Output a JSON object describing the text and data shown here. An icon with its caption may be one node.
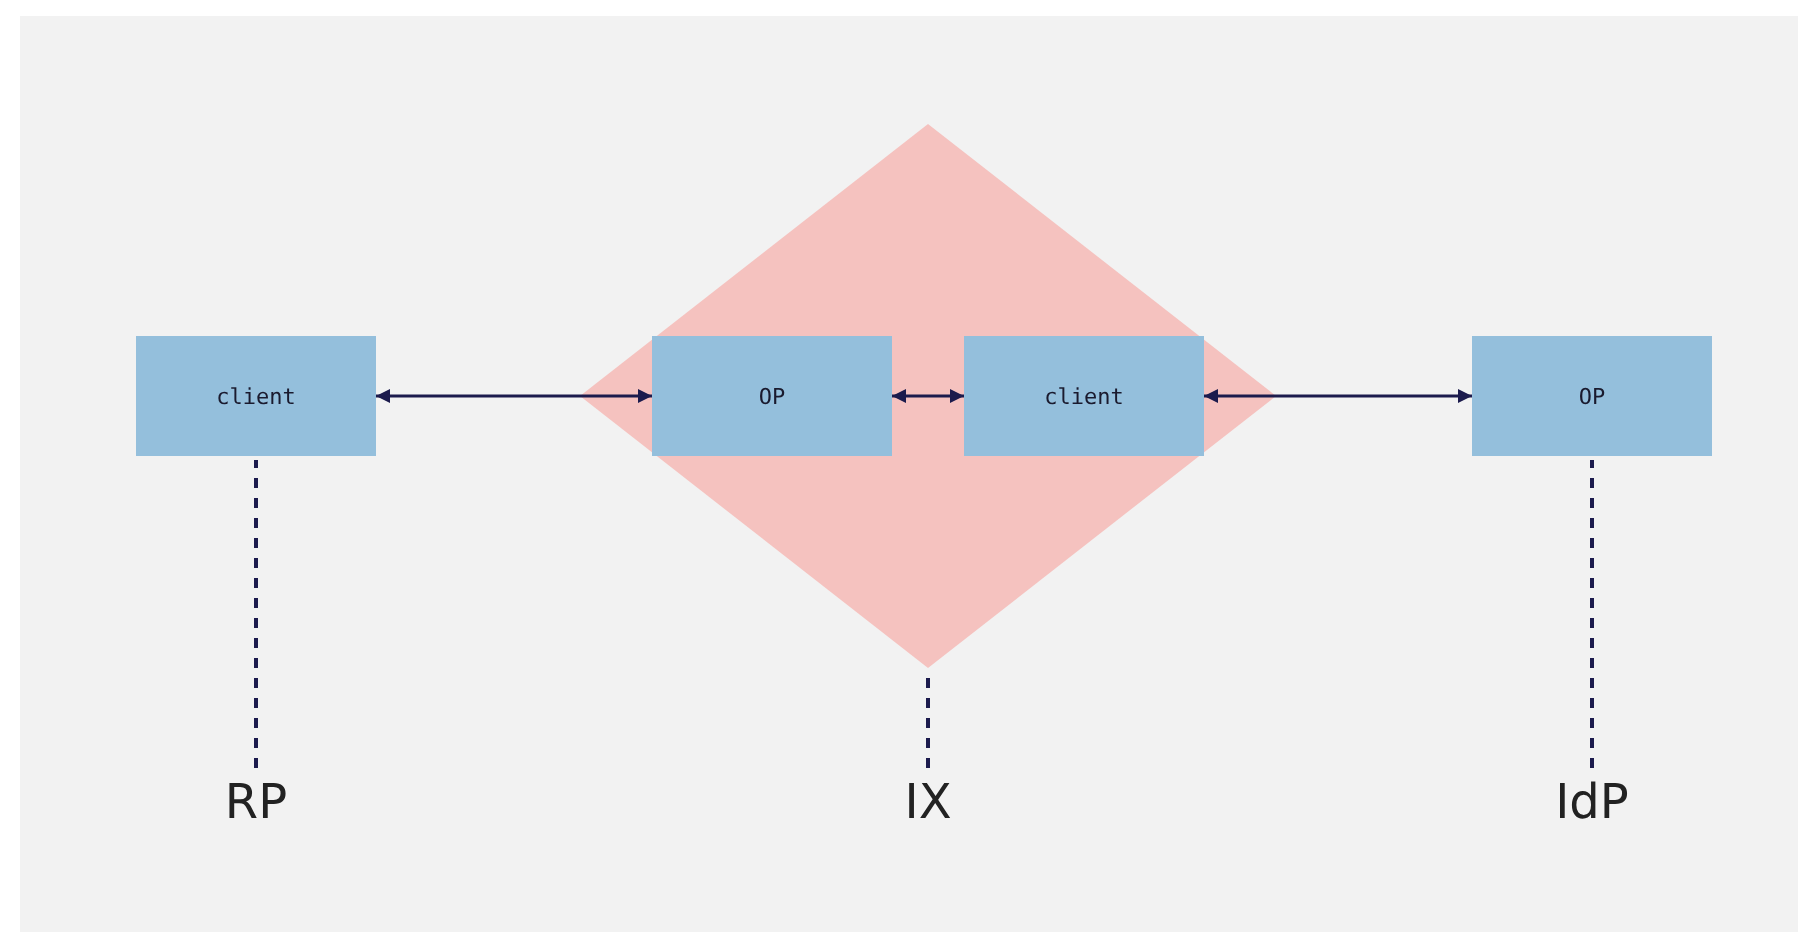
{
  "diagram": {
    "nodes": [
      {
        "text": [
          "client"
        ]
      },
      {
        "text": [],
        "shape": "diamond"
      },
      {
        "text": [
          "OP"
        ],
        "in": 1
      },
      {
        "text": [
          "client"
        ],
        "in": 1
      },
      {
        "text": [
          "OP"
        ]
      },
      {
        "text": [
          "RP"
        ]
      },
      {
        "text": [
          "IX"
        ]
      },
      {
        "text": [
          "IdP"
        ]
      }
    ],
    "edges": [
      {
        "from": 0,
        "to": 2,
        "arrow": "both"
      },
      {
        "from": 2,
        "to": 3,
        "arrow": "both"
      },
      {
        "from": 3,
        "to": 4,
        "arrow": "both"
      },
      {
        "from": 5,
        "to": 0,
        "arrow": "none",
        "style": "dashed"
      },
      {
        "from": 6,
        "to": 1,
        "arrow": "none",
        "style": "dashed"
      },
      {
        "from": 7,
        "to": 4,
        "arrow": "none",
        "style": "dashed"
      }
    ]
  }
}
